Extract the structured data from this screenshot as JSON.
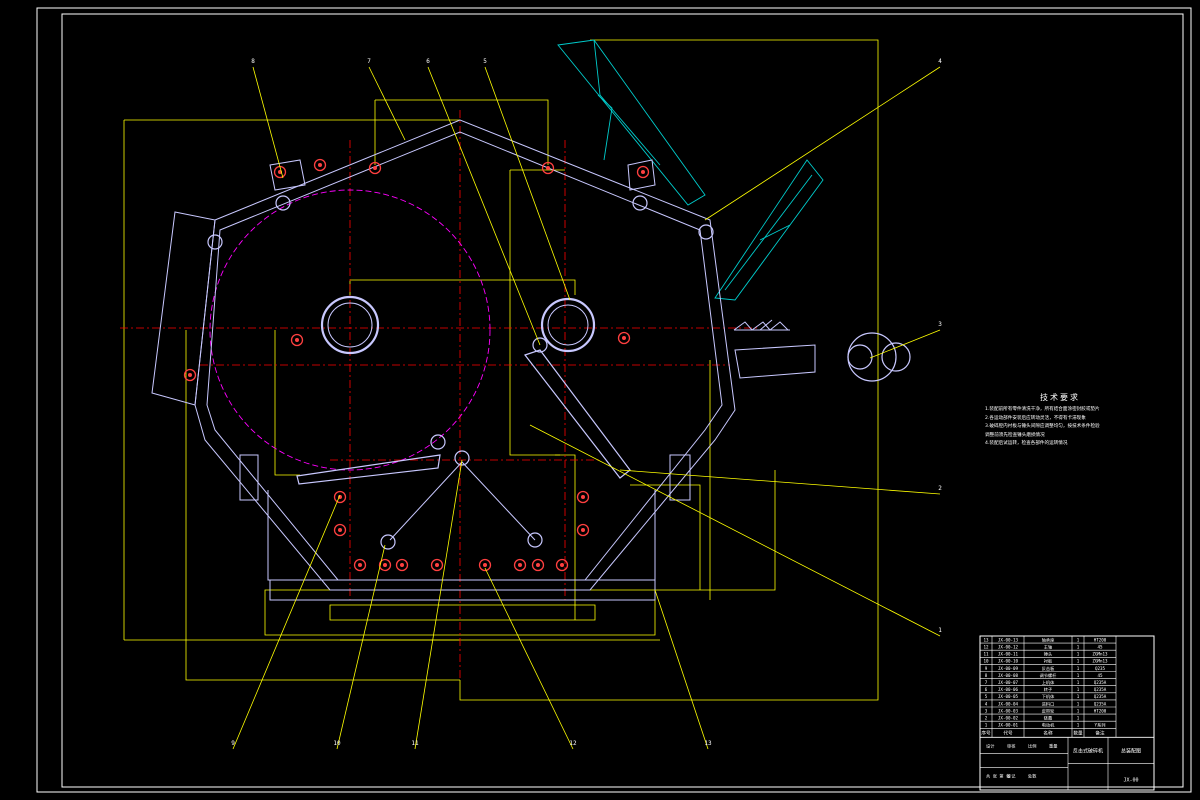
{
  "drawing": {
    "background": "#000000",
    "colors": {
      "frame": "#ffffff",
      "outline": "#c8c8ff",
      "dimension": "#ffff00",
      "centerline": "#ff0000",
      "rotor_circle": "#ff00ff",
      "hopper": "#00cccc",
      "parts": "#ff4040"
    },
    "callouts": [
      "8",
      "7",
      "6",
      "5",
      "4",
      "3",
      "2",
      "1",
      "9",
      "10",
      "11",
      "12",
      "13"
    ]
  },
  "tech_requirements": {
    "title": "技术要求",
    "lines": [
      "1.装配前所有零件清洗干净，所有结合面涂密封胶或垫片",
      "2.各运动部件安装后应转动灵活，不得有卡滞现象",
      "3.破碎腔内衬板与锤头间隙应调整均匀，按技术条件检验",
      "  调整前须先检查锤头磨损情况",
      "4.装配后试运转，检查各部件的运转情况"
    ]
  },
  "title_block": {
    "rows": [
      {
        "no": "13",
        "code": "JX-00-13",
        "name": "轴承座",
        "qty": "1",
        "note": "HT200"
      },
      {
        "no": "12",
        "code": "JX-00-12",
        "name": "主轴",
        "qty": "1",
        "note": "45"
      },
      {
        "no": "11",
        "code": "JX-00-11",
        "name": "锤头",
        "qty": "1",
        "note": "ZGMn13"
      },
      {
        "no": "10",
        "code": "JX-00-10",
        "name": "衬板",
        "qty": "1",
        "note": "ZGMn13"
      },
      {
        "no": "9",
        "code": "JX-00-09",
        "name": "反击板",
        "qty": "1",
        "note": "Q235"
      },
      {
        "no": "8",
        "code": "JX-00-08",
        "name": "调节螺杆",
        "qty": "1",
        "note": "45"
      },
      {
        "no": "7",
        "code": "JX-00-07",
        "name": "上机体",
        "qty": "1",
        "note": "Q235A"
      },
      {
        "no": "6",
        "code": "JX-00-06",
        "name": "转子",
        "qty": "1",
        "note": "Q235A"
      },
      {
        "no": "5",
        "code": "JX-00-05",
        "name": "下机体",
        "qty": "1",
        "note": "Q235A"
      },
      {
        "no": "4",
        "code": "JX-00-04",
        "name": "进料口",
        "qty": "1",
        "note": "Q235A"
      },
      {
        "no": "3",
        "code": "JX-00-03",
        "name": "皮带轮",
        "qty": "1",
        "note": "HT200"
      },
      {
        "no": "2",
        "code": "JX-00-02",
        "name": "链幕",
        "qty": "1",
        "note": ""
      },
      {
        "no": "1",
        "code": "JX-00-01",
        "name": "电动机",
        "qty": "1",
        "note": "Y系列"
      }
    ],
    "header": [
      "序号",
      "代号",
      "名称",
      "数量",
      "备注"
    ],
    "design_title": "反击式破碎机",
    "drawing_name": "总装配图",
    "drawing_no": "JX-00",
    "labels": [
      "设计",
      "审核",
      "比例",
      "重量",
      "共 张 第 张",
      "标记",
      "处数"
    ]
  }
}
